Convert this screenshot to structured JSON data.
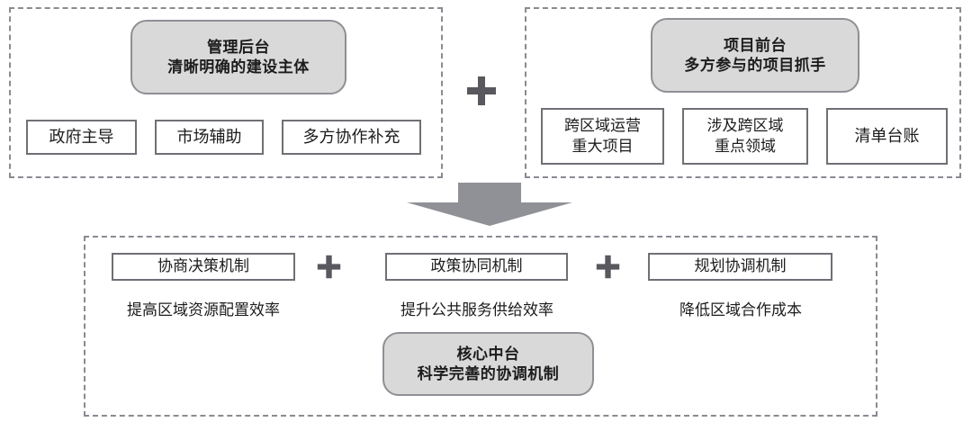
{
  "diagram": {
    "title_implicit": "",
    "colors": {
      "panel_border": "#8a8a92",
      "round_fill": "#d9d9d9",
      "round_border": "#8f8f96",
      "rect_border": "#6f6f76",
      "text": "#1c1c1c",
      "arrow_fill": "#909097",
      "plus_fill": "#58585e"
    },
    "panels": [
      {
        "id": "management-backend",
        "header": {
          "line1": "管理后台",
          "line2": "清晰明确的建设主体"
        },
        "items": [
          {
            "line1": "政府主导",
            "line2": ""
          },
          {
            "line1": "市场辅助",
            "line2": ""
          },
          {
            "line1": "多方协作补充",
            "line2": ""
          }
        ]
      },
      {
        "id": "project-frontend",
        "header": {
          "line1": "项目前台",
          "line2": "多方参与的项目抓手"
        },
        "items": [
          {
            "line1": "跨区域运营",
            "line2": "重大项目"
          },
          {
            "line1": "涉及跨区域",
            "line2": "重点领域"
          },
          {
            "line1": "清单台账",
            "line2": ""
          }
        ]
      }
    ],
    "connectors": {
      "top_plus": "+",
      "down_arrow": "down-arrow"
    },
    "bottom_panel": {
      "id": "core-middle-platform",
      "mechanisms": [
        {
          "box": "协商决策机制",
          "caption": "提高区域资源配置效率"
        },
        {
          "box": "政策协同机制",
          "caption": "提升公共服务供给效率"
        },
        {
          "box": "规划协调机制",
          "caption": "降低区域合作成本"
        }
      ],
      "separators": [
        "+",
        "+"
      ],
      "header": {
        "line1": "核心中台",
        "line2": "科学完善的协调机制"
      }
    }
  }
}
